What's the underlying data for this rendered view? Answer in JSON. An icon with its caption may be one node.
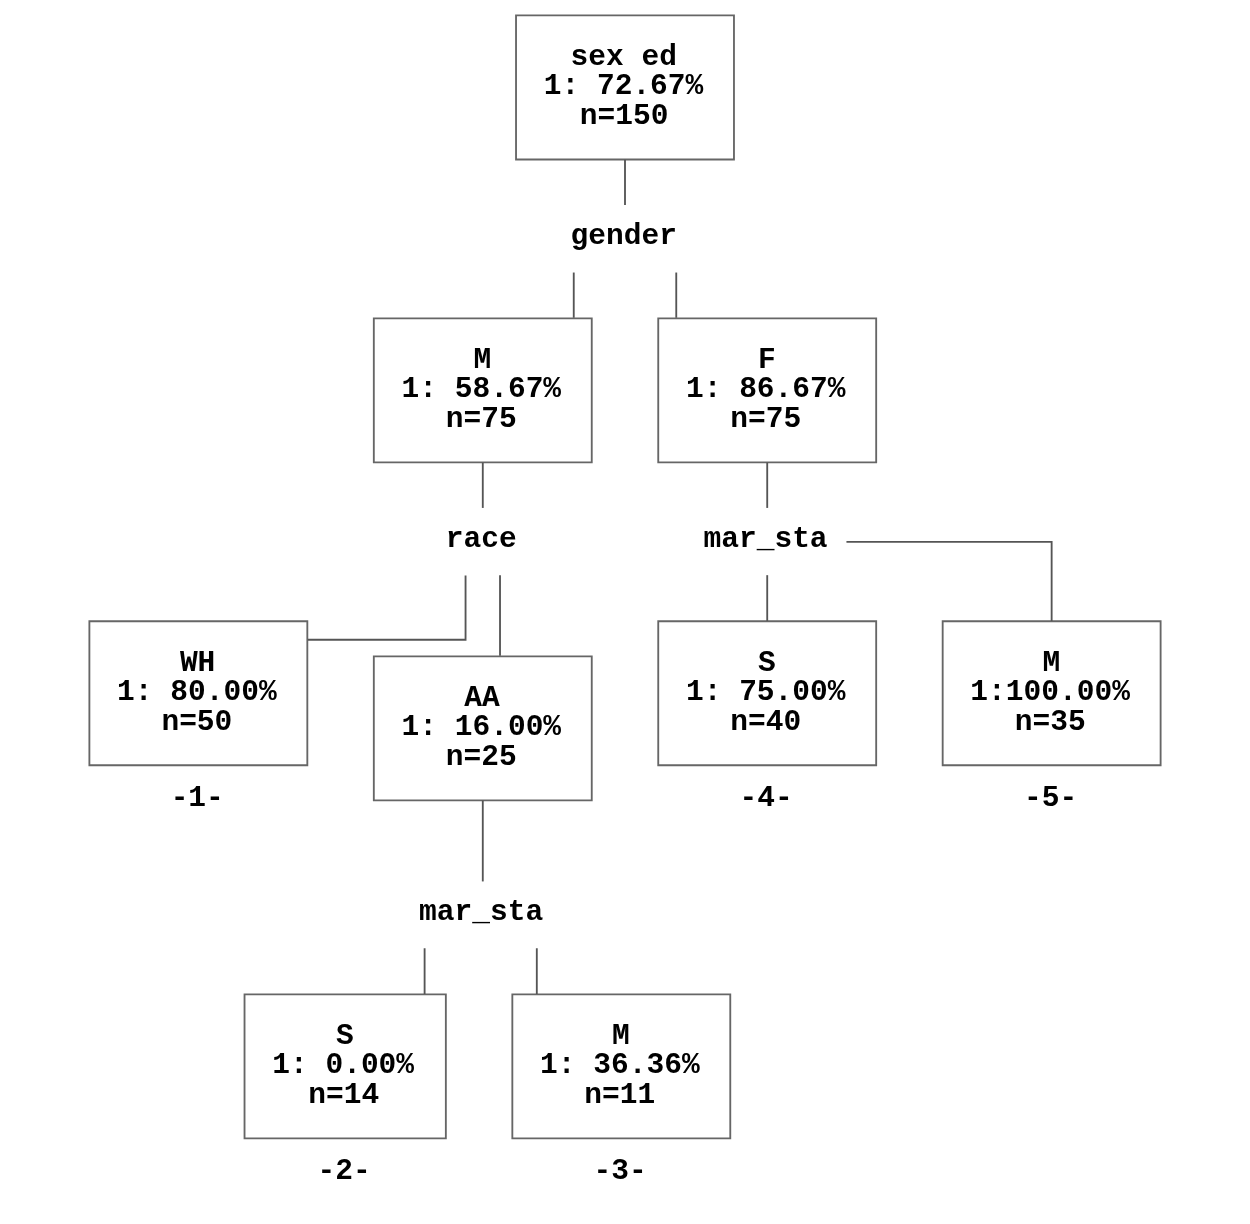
{
  "diagram": {
    "nodes": [
      {
        "text": [
          "sex ed",
          "1: 72.67%",
          "n=150"
        ]
      },
      {
        "text": [
          "gender"
        ]
      },
      {
        "text": [
          "M",
          "1: 58.67%",
          "n=75"
        ]
      },
      {
        "text": [
          "F",
          "1: 86.67%",
          "n=75"
        ]
      },
      {
        "text": [
          "race"
        ]
      },
      {
        "text": [
          "WH",
          "1: 80.00%",
          "n=50"
        ],
        "beside": [
          "-1-"
        ]
      },
      {
        "text": [
          "AA",
          "1: 16.00%",
          "n=25"
        ]
      },
      {
        "text": [
          "mar_sta"
        ]
      },
      {
        "text": [
          "S",
          "1: 0.00%",
          "n=14"
        ],
        "beside": [
          "-2-"
        ]
      },
      {
        "text": [
          "M",
          "1: 36.36%",
          "n=11"
        ],
        "beside": [
          "-3-"
        ]
      },
      {
        "text": [
          "mar_sta"
        ]
      },
      {
        "text": [
          "S",
          "1: 75.00%",
          "n=40"
        ],
        "beside": [
          "-4-"
        ]
      },
      {
        "text": [
          "M",
          "1:100.00%",
          "n=35"
        ],
        "beside": [
          "-5-"
        ]
      }
    ],
    "edges": [
      {
        "from": 0,
        "to": 1,
        "arrow": "none"
      },
      {
        "from": 1,
        "to": 2,
        "arrow": "none"
      },
      {
        "from": 1,
        "to": 3,
        "arrow": "none"
      },
      {
        "from": 2,
        "to": 4,
        "arrow": "none"
      },
      {
        "from": 4,
        "to": 5,
        "arrow": "none"
      },
      {
        "from": 4,
        "to": 6,
        "arrow": "none"
      },
      {
        "from": 6,
        "to": 7,
        "arrow": "none"
      },
      {
        "from": 7,
        "to": 8,
        "arrow": "none"
      },
      {
        "from": 7,
        "to": 9,
        "arrow": "none"
      },
      {
        "from": 3,
        "to": 10,
        "arrow": "none"
      },
      {
        "from": 10,
        "to": 11,
        "arrow": "none"
      },
      {
        "from": 10,
        "to": 12,
        "arrow": "none"
      }
    ]
  }
}
